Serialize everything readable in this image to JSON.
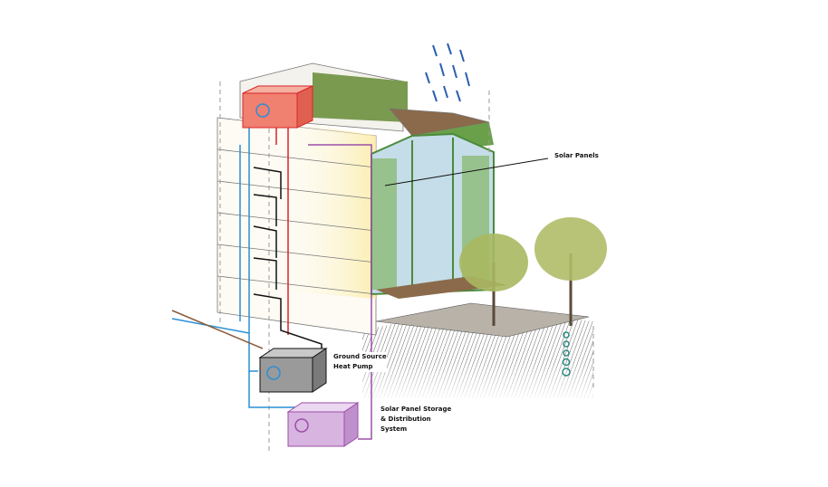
{
  "labels": {
    "solar_panels": "Solar Panels",
    "heat_pump_line1": "Ground Source",
    "heat_pump_line2": "Heat Pump",
    "storage_line1": "Solar Panel Storage",
    "storage_line2": "& Distribution",
    "storage_line3": "System"
  },
  "colors": {
    "supply_pipe": "#d9252a",
    "return_pipe": "#2a8fd6",
    "solar_pipe": "#9b4fa8",
    "heat_pump_box": "#9a9a9a",
    "rooftop_unit": "#f08070",
    "storage_box": "#d8b4e0",
    "glass_frame": "#5a9a4a"
  }
}
